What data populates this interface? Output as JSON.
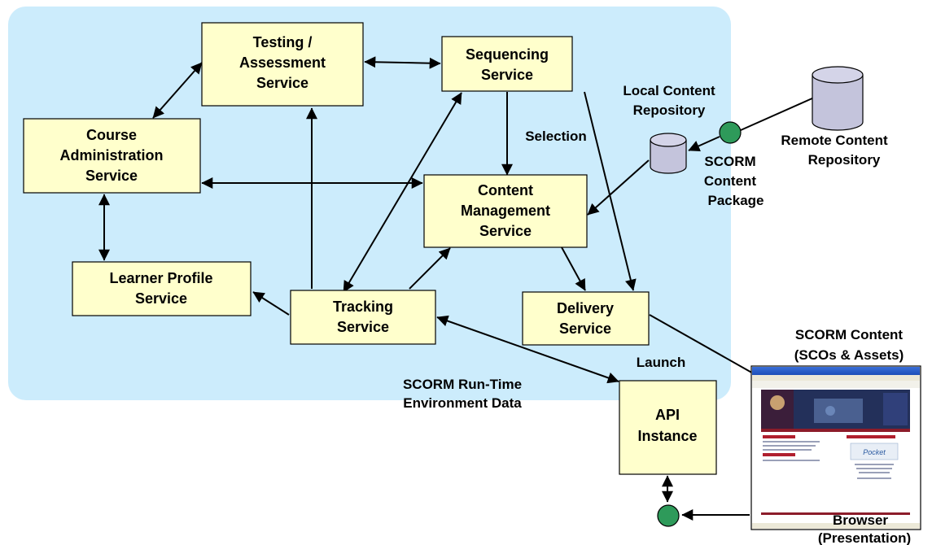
{
  "nodes": {
    "testing": [
      "Testing /",
      "Assessment",
      "Service"
    ],
    "sequencing": [
      "Sequencing",
      "Service"
    ],
    "course_admin": [
      "Course",
      "Administration",
      "Service"
    ],
    "content_mgmt": [
      "Content",
      "Management",
      "Service"
    ],
    "learner_profile": [
      "Learner Profile",
      "Service"
    ],
    "tracking": [
      "Tracking",
      "Service"
    ],
    "delivery": [
      "Delivery",
      "Service"
    ],
    "api_instance": [
      "API",
      "Instance"
    ]
  },
  "labels": {
    "selection": "Selection",
    "local_repo": [
      "Local Content",
      "Repository"
    ],
    "remote_repo": [
      "Remote Content",
      "Repository"
    ],
    "scorm_package": [
      "SCORM",
      "Content",
      "Package"
    ],
    "launch": "Launch",
    "rte_data": [
      "SCORM Run-Time",
      "Environment Data"
    ],
    "scorm_content": [
      "SCORM Content",
      "(SCOs & Assets)"
    ],
    "browser": [
      "Browser",
      "(Presentation)"
    ]
  },
  "colors": {
    "region": "#ccecfc",
    "node_fill": "#ffffcc",
    "connector": "#2e9a5a",
    "repository": "#c4c4dc"
  },
  "icons": {
    "browser_screenshot": "browser-window-thumbnail"
  }
}
